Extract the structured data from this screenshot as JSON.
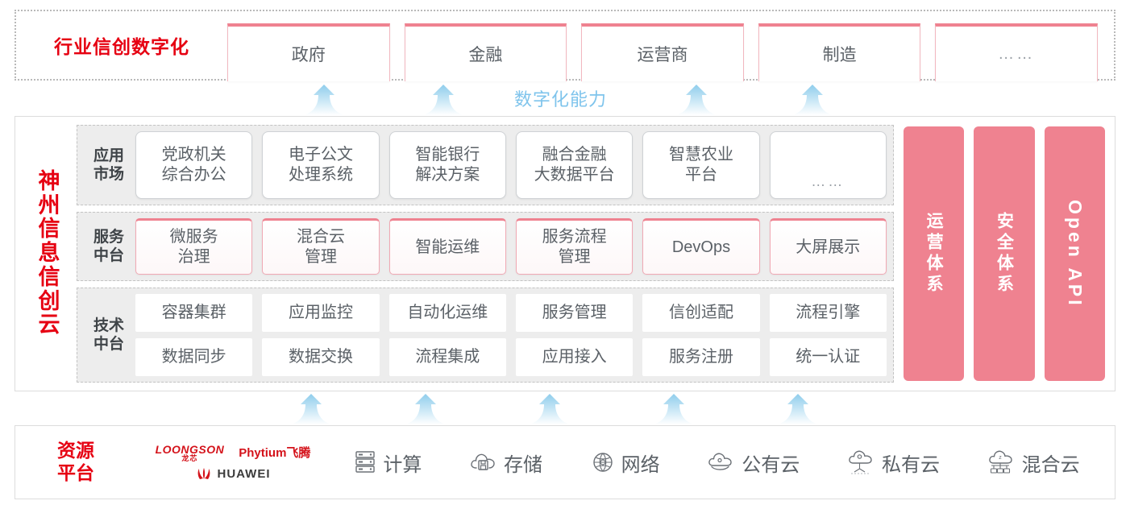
{
  "colors": {
    "brand_red": "#e60012",
    "pink": "#ef8290",
    "pink_border": "#f0a9b4",
    "arrow_blue": "#a8d8f0",
    "capability_text": "#7fc4ec",
    "band_gray": "#ededed",
    "text_gray": "#5b6167"
  },
  "industry": {
    "title": "行业信创数字化",
    "cards": [
      {
        "label": "政府",
        "name": "industry-card-government"
      },
      {
        "label": "金融",
        "name": "industry-card-finance"
      },
      {
        "label": "运营商",
        "name": "industry-card-telecom"
      },
      {
        "label": "制造",
        "name": "industry-card-manufacturing"
      },
      {
        "label": "……",
        "name": "industry-card-more"
      }
    ]
  },
  "capability": {
    "label": "数字化能力",
    "upper_arrow_count": 4,
    "lower_arrow_count": 5
  },
  "cloud": {
    "title": "神州信息信创云",
    "title_chars": [
      "神",
      "州",
      "信",
      "息",
      "信",
      "创",
      "云"
    ],
    "layers": [
      {
        "label": "应用市场",
        "label_lines": [
          "应用",
          "市场"
        ],
        "items": [
          {
            "lines": [
              "党政机关",
              "综合办公"
            ]
          },
          {
            "lines": [
              "电子公文",
              "处理系统"
            ]
          },
          {
            "lines": [
              "智能银行",
              "解决方案"
            ]
          },
          {
            "lines": [
              "融合金融",
              "大数据平台"
            ]
          },
          {
            "lines": [
              "智慧农业",
              "平台"
            ]
          },
          {
            "lines": [
              "……"
            ],
            "dots": true
          }
        ]
      },
      {
        "label": "服务中台",
        "label_lines": [
          "服务",
          "中台"
        ],
        "items": [
          {
            "lines": [
              "微服务",
              "治理"
            ]
          },
          {
            "lines": [
              "混合云",
              "管理"
            ]
          },
          {
            "lines": [
              "智能运维"
            ]
          },
          {
            "lines": [
              "服务流程",
              "管理"
            ]
          },
          {
            "lines": [
              "DevOps"
            ]
          },
          {
            "lines": [
              "大屏展示"
            ]
          }
        ]
      },
      {
        "label": "技术中台",
        "label_lines": [
          "技术",
          "中台"
        ],
        "rows": [
          [
            "容器集群",
            "应用监控",
            "自动化运维",
            "服务管理",
            "信创适配",
            "流程引擎"
          ],
          [
            "数据同步",
            "数据交换",
            "流程集成",
            "应用接入",
            "服务注册",
            "统一认证"
          ]
        ]
      }
    ],
    "pillars": [
      {
        "text": "运营体系",
        "latin": false,
        "name": "pillar-operations-system"
      },
      {
        "text": "安全体系",
        "latin": false,
        "name": "pillar-security-system"
      },
      {
        "text": "Open API",
        "latin": true,
        "name": "pillar-open-api"
      }
    ]
  },
  "resource": {
    "title": "资源平台",
    "title_lines": [
      "资源",
      "平台"
    ],
    "vendors": [
      {
        "name": "LOONGSON",
        "sub": "龙芯"
      },
      {
        "name": "Phytium飞腾"
      },
      {
        "name": "HUAWEI"
      }
    ],
    "items": [
      {
        "label": "计算",
        "icon": "server-rack-icon"
      },
      {
        "label": "存储",
        "icon": "cloud-storage-icon"
      },
      {
        "label": "网络",
        "icon": "network-globe-icon"
      },
      {
        "label": "公有云",
        "icon": "public-cloud-icon"
      },
      {
        "label": "私有云",
        "icon": "private-cloud-icon"
      },
      {
        "label": "混合云",
        "icon": "hybrid-cloud-icon"
      }
    ]
  }
}
